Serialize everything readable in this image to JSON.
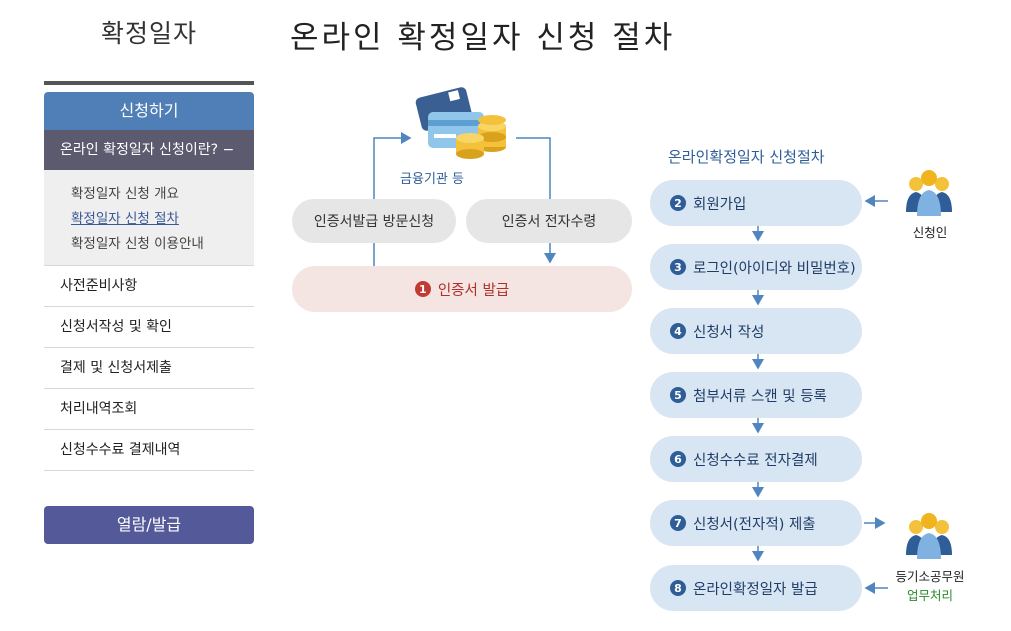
{
  "sidebar": {
    "title": "확정일자",
    "header": "신청하기",
    "active_item": "온라인 확정일자 신청이란? −",
    "sub_items": [
      "확정일자 신청 개요",
      "확정일자 신청 절차",
      "확정일자 신청 이용안내"
    ],
    "items": [
      "사전준비사항",
      "신청서작성 및 확인",
      "결제 및 신청서제출",
      "처리내역조회",
      "신청수수료 결제내역"
    ],
    "view_button": "열람/발급"
  },
  "main": {
    "title": "온라인 확정일자 신청 절차",
    "finance": {
      "label": "금융기관 등",
      "visit": "인증서발급 방문신청",
      "receive": "인증서 전자수령",
      "cert_num": "1",
      "cert_label": "인증서 발급"
    },
    "process": {
      "title": "온라인확정일자 신청절차",
      "steps": [
        {
          "num": "2",
          "label": "회원가입"
        },
        {
          "num": "3",
          "label": "로그인(아이디와 비밀번호)"
        },
        {
          "num": "4",
          "label": "신청서 작성"
        },
        {
          "num": "5",
          "label": "첨부서류 스캔 및 등록"
        },
        {
          "num": "6",
          "label": "신청수수료 전자결제"
        },
        {
          "num": "7",
          "label": "신청서(전자적) 제출"
        },
        {
          "num": "8",
          "label": "온라인확정일자 발급"
        }
      ],
      "applicant": "신청인",
      "officer_line1": "등기소공무원",
      "officer_line2": "업무처리"
    }
  },
  "colors": {
    "sidebar_header": "#4f7fb6",
    "sidebar_active": "#5b5a6e",
    "view_button": "#54599a",
    "step_fill": "#d8e6f4",
    "accent_blue": "#2e5d98",
    "cert_red": "#c23a32",
    "officer_label": "#2a8a2a"
  },
  "icons": [
    "card-coins-icon",
    "applicant-people-icon",
    "officer-people-icon"
  ]
}
